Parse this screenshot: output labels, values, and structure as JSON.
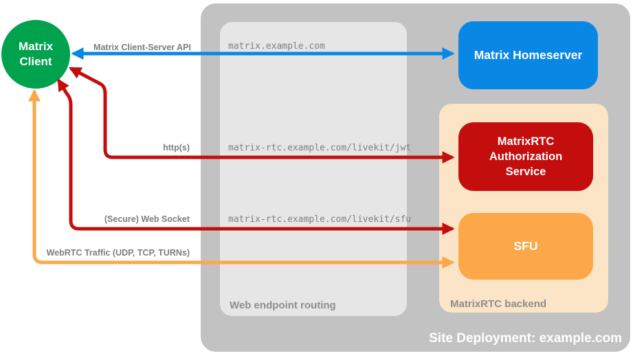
{
  "title": "Matrix RTC site deployment diagram",
  "colors": {
    "background": "#ffffff",
    "client_green": "#00a24d",
    "homeserver_blue": "#0987e5",
    "service_red": "#c40d0d",
    "sfu_orange": "#fca849",
    "backend_peach": "#fce4c6",
    "site_gray": "#c2c2c2",
    "routing_gray": "#e6e6e6",
    "edge_label_gray": "#7d7d7d",
    "url_text_gray": "#7f7f7f",
    "container_label_gray": "#8d8d8d",
    "node_text_white": "#ffffff",
    "site_label_white": "#ffffff"
  },
  "nodes": {
    "matrix_client": {
      "label": "Matrix\nClient"
    },
    "matrix_homeserver": {
      "label": "Matrix Homeserver"
    },
    "matrixrtc_authorization_service": {
      "label": "MatrixRTC\nAuthorization\nService"
    },
    "sfu": {
      "label": "SFU"
    }
  },
  "containers": {
    "site_deployment": {
      "label": "Site Deployment: example.com"
    },
    "web_endpoint_routing": {
      "label": "Web endpoint routing"
    },
    "matrixrtc_backend": {
      "label": "MatrixRTC backend"
    }
  },
  "edges": [
    {
      "from": "Matrix Client",
      "to": "Matrix Homeserver",
      "protocol_label": "Matrix Client-Server API",
      "endpoint": "matrix.example.com",
      "color": "#0987e5",
      "bidirectional": true
    },
    {
      "from": "Matrix Client",
      "to": "MatrixRTC Authorization Service",
      "protocol_label": "http(s)",
      "endpoint": "matrix-rtc.example.com/livekit/jwt",
      "color": "#c40d0d",
      "bidirectional": true
    },
    {
      "from": "Matrix Client",
      "to": "SFU",
      "protocol_label": "(Secure) Web Socket",
      "endpoint": "matrix-rtc.example.com/livekit/sfu",
      "color": "#c40d0d",
      "bidirectional": true
    },
    {
      "from": "Matrix Client",
      "to": "SFU",
      "protocol_label": "WebRTC Traffic (UDP, TCP, TURNs)",
      "endpoint": "",
      "color": "#fca849",
      "bidirectional": true
    }
  ]
}
